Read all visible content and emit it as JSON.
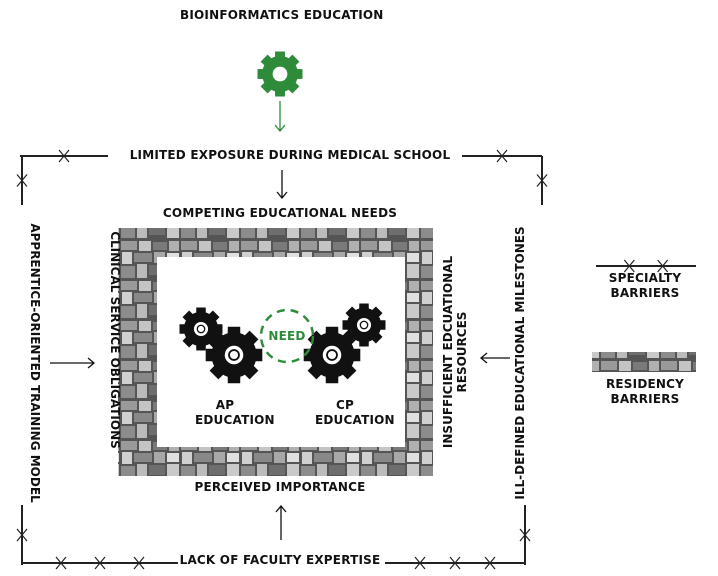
{
  "title": "BIOINFORMATICS EDUCATION",
  "top_label": "LIMITED EXPOSURE DURING MEDICAL SCHOOL",
  "inner_top": "COMPETING EDUCATIONAL NEEDS",
  "inner_bottom": "PERCEIVED IMPORTANCE",
  "bottom_label": "LACK OF FACULTY EXPERTISE",
  "left_outer": "APPRENTICE-ORIENTED TRAINING MODEL",
  "left_inner": "CLINICAL SERVICE OBLIGATIONS",
  "right_inner": "INSUFFICIENT EDCUATIONAL RESOURCES",
  "right_outer": "ILL-DEFINED EDUCATIONAL MILESTONES",
  "need": "NEED",
  "ap": "AP EDUCATION",
  "cp": "CP EDUCATION",
  "legend": {
    "specialty": "SPECIALTY BARRIERS",
    "residency": "RESIDENCY BARRIERS"
  },
  "colors": {
    "green": "#2e8b3a",
    "black": "#111111"
  }
}
